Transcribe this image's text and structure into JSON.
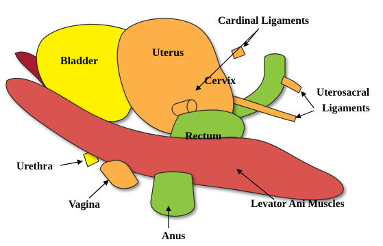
{
  "labels": {
    "bladder": "Bladder",
    "uterus": "Uterus",
    "cervix": "Cervix",
    "rectum": "Rectum",
    "urethra": "Urethra",
    "vagina": "Vagina",
    "anus": "Anus",
    "cardinal_ligaments": "Cardinal Ligaments",
    "uterosacral_line1": "Uterosacral",
    "uterosacral_line2": "Ligaments",
    "levator_ani": "Levator Ani Muscles"
  },
  "colors": {
    "bladder": "#fff200",
    "uterus": "#fdb046",
    "uterus_dark": "#e89a30",
    "rectum": "#8dc63f",
    "rectum_dark": "#6fa82a",
    "levator": "#d9534f",
    "levator_dark": "#a61e2e",
    "background": "#ffffff"
  }
}
